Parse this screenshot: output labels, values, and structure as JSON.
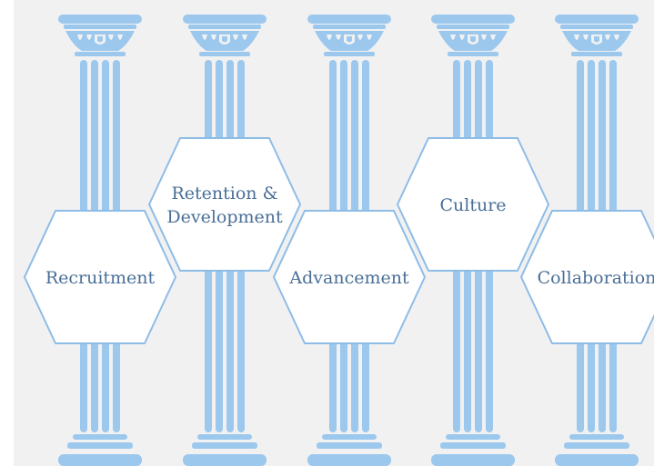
{
  "colors": {
    "background_panel": "#f1f1f2",
    "pillar": "#9cc8ee",
    "pillar_dark": "#6fa3d3",
    "hexagon_fill": "#ffffff",
    "hexagon_stroke": "#8dbce6",
    "label_text": "#4a6f97"
  },
  "pillars": [
    {
      "id": "recruitment",
      "label_lines": [
        "Recruitment"
      ],
      "hexagon_level": "low"
    },
    {
      "id": "retention-development",
      "label_lines": [
        "Retention &",
        "Development"
      ],
      "hexagon_level": "high"
    },
    {
      "id": "advancement",
      "label_lines": [
        "Advancement"
      ],
      "hexagon_level": "low"
    },
    {
      "id": "culture",
      "label_lines": [
        "Culture"
      ],
      "hexagon_level": "high"
    },
    {
      "id": "collaboration",
      "label_lines": [
        "Collaboration"
      ],
      "hexagon_level": "low"
    }
  ]
}
